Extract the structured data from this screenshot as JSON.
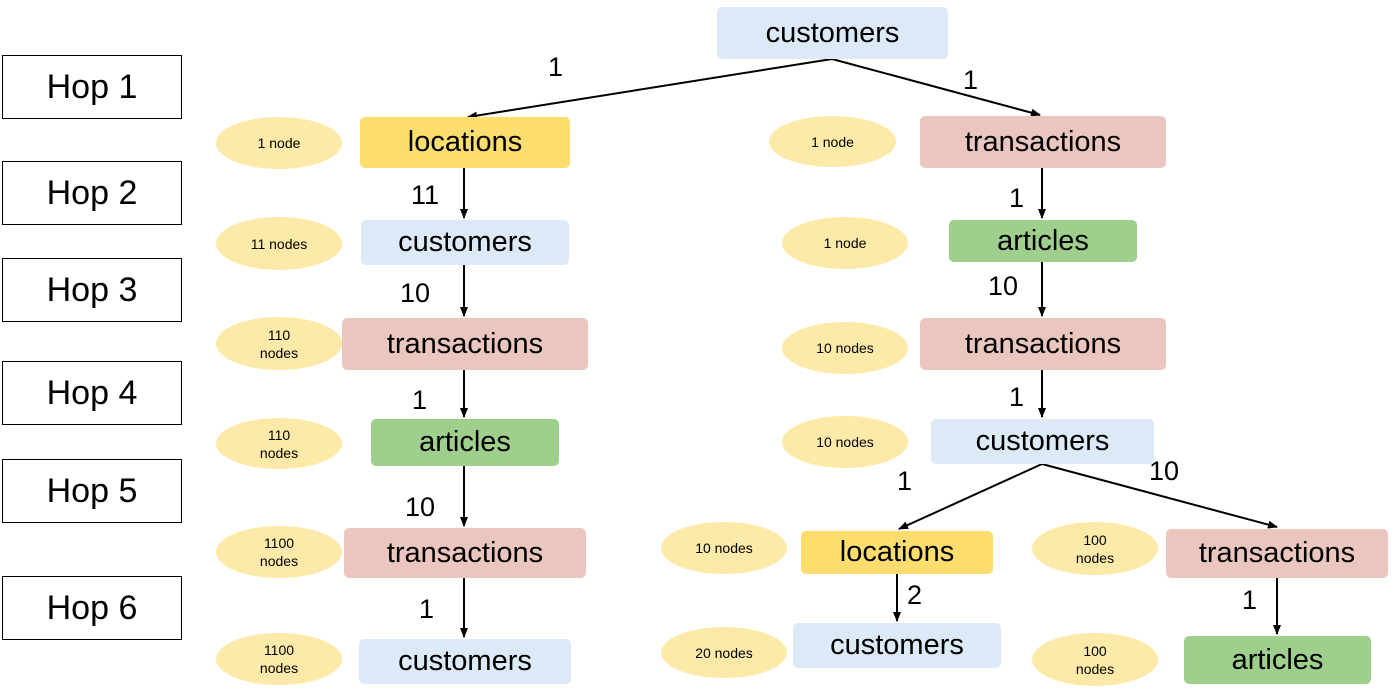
{
  "hops": [
    "Hop 1",
    "Hop 2",
    "Hop 3",
    "Hop 4",
    "Hop 5",
    "Hop 6"
  ],
  "root": {
    "label": "customers"
  },
  "left": {
    "nodes": [
      "locations",
      "customers",
      "transactions",
      "articles",
      "transactions",
      "customers"
    ],
    "counts": [
      "1 node",
      "11 nodes",
      "110 nodes",
      "110 nodes",
      "1100 nodes",
      "1100 nodes"
    ],
    "edge_labels": [
      "1",
      "11",
      "10",
      "1",
      "10",
      "1"
    ]
  },
  "right": {
    "nodes": [
      "transactions",
      "articles",
      "transactions",
      "customers"
    ],
    "counts": [
      "1 node",
      "1 node",
      "10 nodes",
      "10 nodes"
    ],
    "edge_labels": [
      "1",
      "1",
      "10",
      "1"
    ]
  },
  "branch_locations": {
    "nodes": [
      "locations",
      "customers"
    ],
    "counts": [
      "10 nodes",
      "20 nodes"
    ],
    "edge_labels": [
      "1",
      "2"
    ]
  },
  "branch_transactions": {
    "nodes": [
      "transactions",
      "articles"
    ],
    "counts": [
      "100 nodes",
      "100 nodes"
    ],
    "edge_labels": [
      "10",
      "1"
    ]
  },
  "colors": {
    "customers": "#dce9f6",
    "locations": "#fddd6e",
    "transactions": "#eac6bf",
    "articles": "#9fcf8c",
    "count_ellipse": "#fde9a8"
  }
}
